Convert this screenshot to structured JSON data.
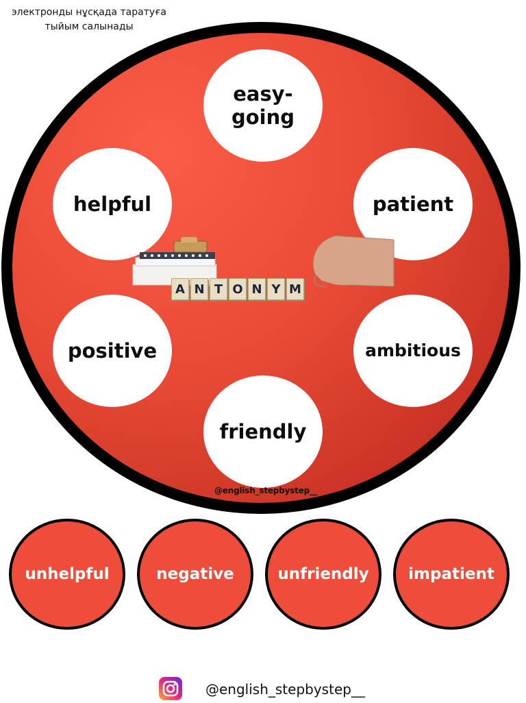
{
  "notice": {
    "line1": "электронды нұсқада таратуға",
    "line2": "тыйым салынады"
  },
  "words": {
    "top": "easy-\ngoing",
    "helpful": "helpful",
    "patient": "patient",
    "positive": "positive",
    "ambitious": "ambitious",
    "friendly": "friendly"
  },
  "image_tiles": [
    "A",
    "N",
    "T",
    "O",
    "N",
    "Y",
    "M"
  ],
  "inner_handle": "@english_stepbystep__",
  "antonyms": [
    "unhelpful",
    "negative",
    "unfriendly",
    "impatient"
  ],
  "footer": {
    "icon": "instagram-icon",
    "handle": "@english_stepbystep__"
  },
  "colors": {
    "main_red": "#e84a35",
    "answer_red": "#ef4d3c",
    "ring": "#000000"
  }
}
